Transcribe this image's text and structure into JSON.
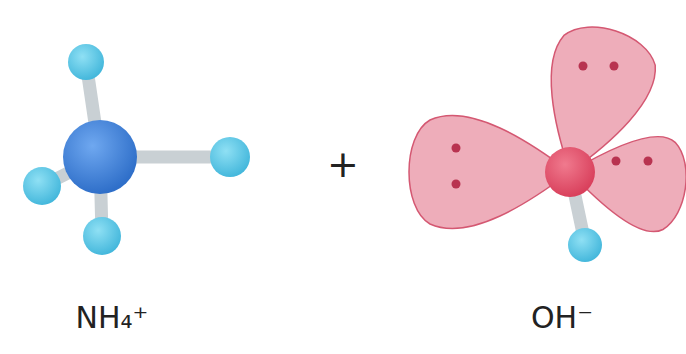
{
  "diagram": {
    "labels": [
      "NH₄⁺",
      "+",
      "OH⁻"
    ]
  }
}
